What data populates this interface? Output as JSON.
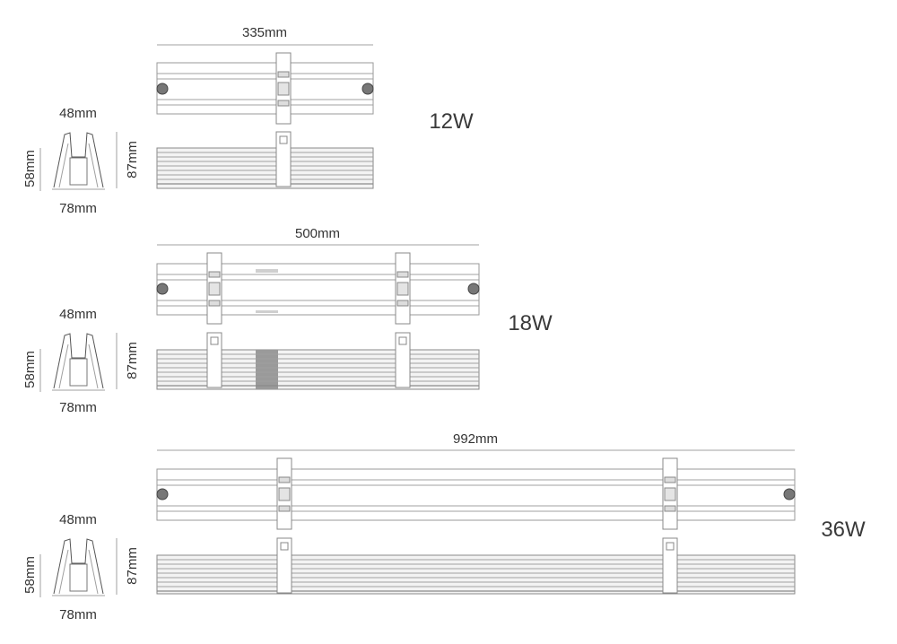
{
  "products": [
    {
      "id": "12w",
      "length_label": "335mm",
      "wattage": "12W",
      "profile": {
        "top_width": "48mm",
        "height_left": "58mm",
        "height_right": "87mm",
        "bottom_width": "78mm"
      },
      "clip_count": 1
    },
    {
      "id": "18w",
      "length_label": "500mm",
      "wattage": "18W",
      "profile": {
        "top_width": "48mm",
        "height_left": "58mm",
        "height_right": "87mm",
        "bottom_width": "78mm"
      },
      "clip_count": 2
    },
    {
      "id": "36w",
      "length_label": "992mm",
      "wattage": "36W",
      "profile": {
        "top_width": "48mm",
        "height_left": "58mm",
        "height_right": "87mm",
        "bottom_width": "78mm"
      },
      "clip_count": 2
    }
  ]
}
